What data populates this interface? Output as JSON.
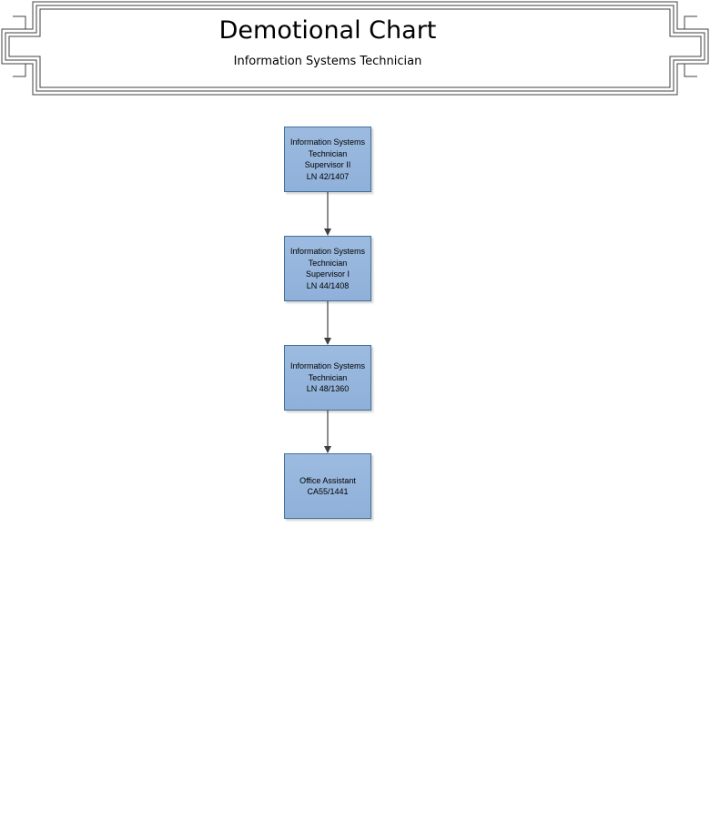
{
  "header": {
    "title": "Demotional Chart",
    "subtitle": "Information Systems Technician"
  },
  "nodes": [
    {
      "lines": [
        "Information Systems",
        "Technician",
        "Supervisor II",
        "LN 42/1407"
      ]
    },
    {
      "lines": [
        "Information Systems",
        "Technician",
        "Supervisor I",
        "LN 44/1408"
      ]
    },
    {
      "lines": [
        "Information Systems",
        "Technician",
        "LN 48/1360"
      ]
    },
    {
      "lines": [
        "Office Assistant",
        "CA55/1441"
      ]
    }
  ],
  "colors": {
    "node_fill": "#95b3d7",
    "node_border": "#41719c",
    "connector": "#404040",
    "frame": "#404040"
  }
}
